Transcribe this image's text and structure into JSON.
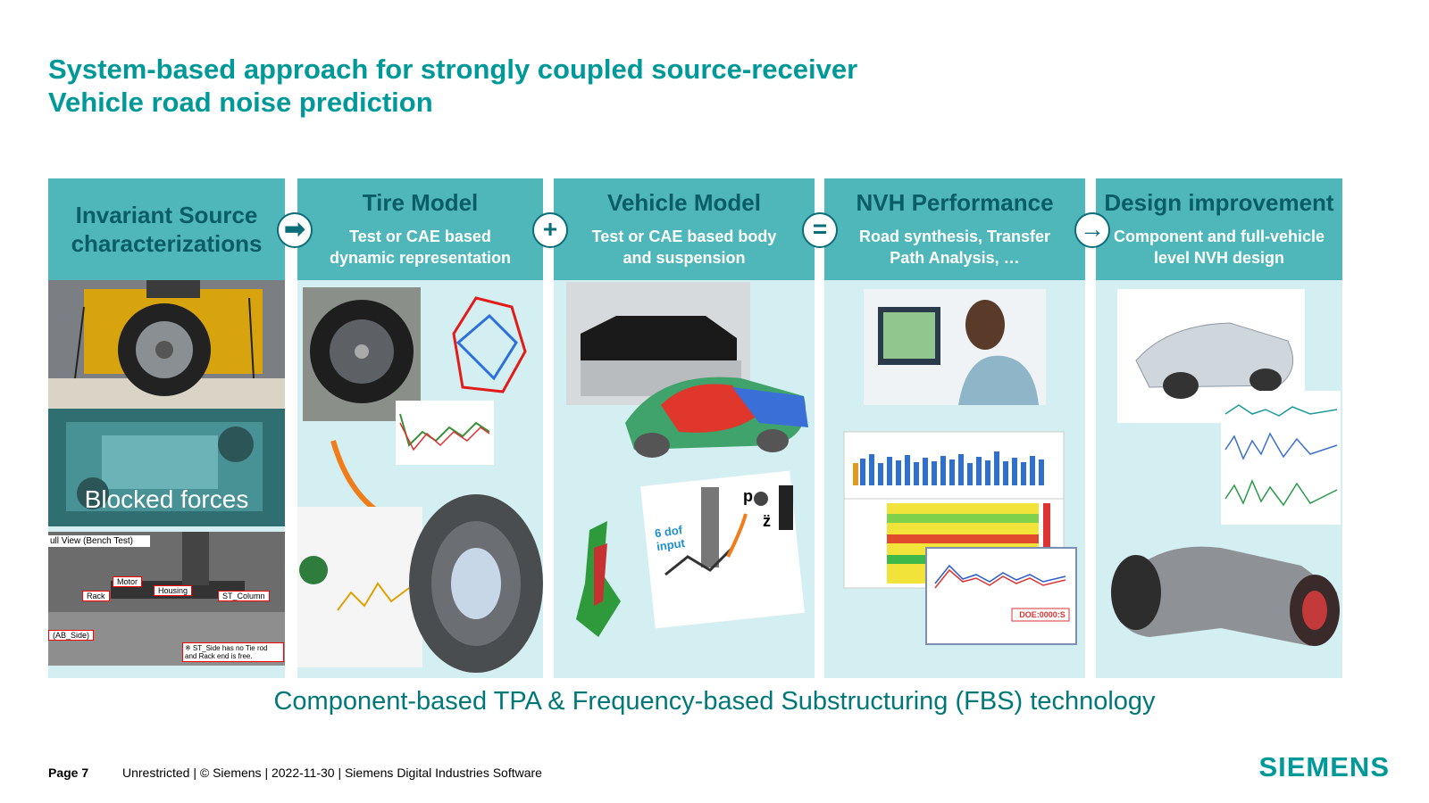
{
  "slide": {
    "title": "System-based approach for strongly coupled source-receiver",
    "subtitle": "Vehicle road noise prediction",
    "caption": "Component-based TPA & Frequency-based Substructuring (FBS) technology"
  },
  "columns": [
    {
      "heading": "Invariant Source characterizations",
      "sub": ""
    },
    {
      "heading": "Tire Model",
      "sub": "Test or CAE based dynamic representation"
    },
    {
      "heading": "Vehicle Model",
      "sub": "Test or CAE based body and suspension"
    },
    {
      "heading": "NVH Performance",
      "sub": "Road synthesis, Transfer Path Analysis, …"
    },
    {
      "heading": "Design improvement",
      "sub": "Component and full-vehicle level NVH design"
    }
  ],
  "operators": [
    "➡",
    "+",
    "=",
    "→"
  ],
  "source_images": {
    "blocked_label": "Blocked forces",
    "bench_title": "ull View (Bench Test)",
    "labels": [
      "Motor",
      "Housing",
      "Rack",
      "ST_Column",
      "(AB_Side)"
    ],
    "note": "※ ST_Side has no Tie rod and Rack end is free."
  },
  "vehicle_input": {
    "dof_label": "6 dof input",
    "p_label": "p",
    "z_label": "z̈"
  },
  "nvh": {
    "doe_label": "DOE:0000:S"
  },
  "footer": {
    "page": "Page 7",
    "info": "Unrestricted | © Siemens | 2022-11-30 | Siemens Digital Industries Software",
    "logo": "SIEMENS"
  },
  "colors": {
    "accent": "#009999",
    "header_bg": "#4fb7ba",
    "column_bg": "#d4eff1",
    "heading_text": "#0a5c66"
  }
}
